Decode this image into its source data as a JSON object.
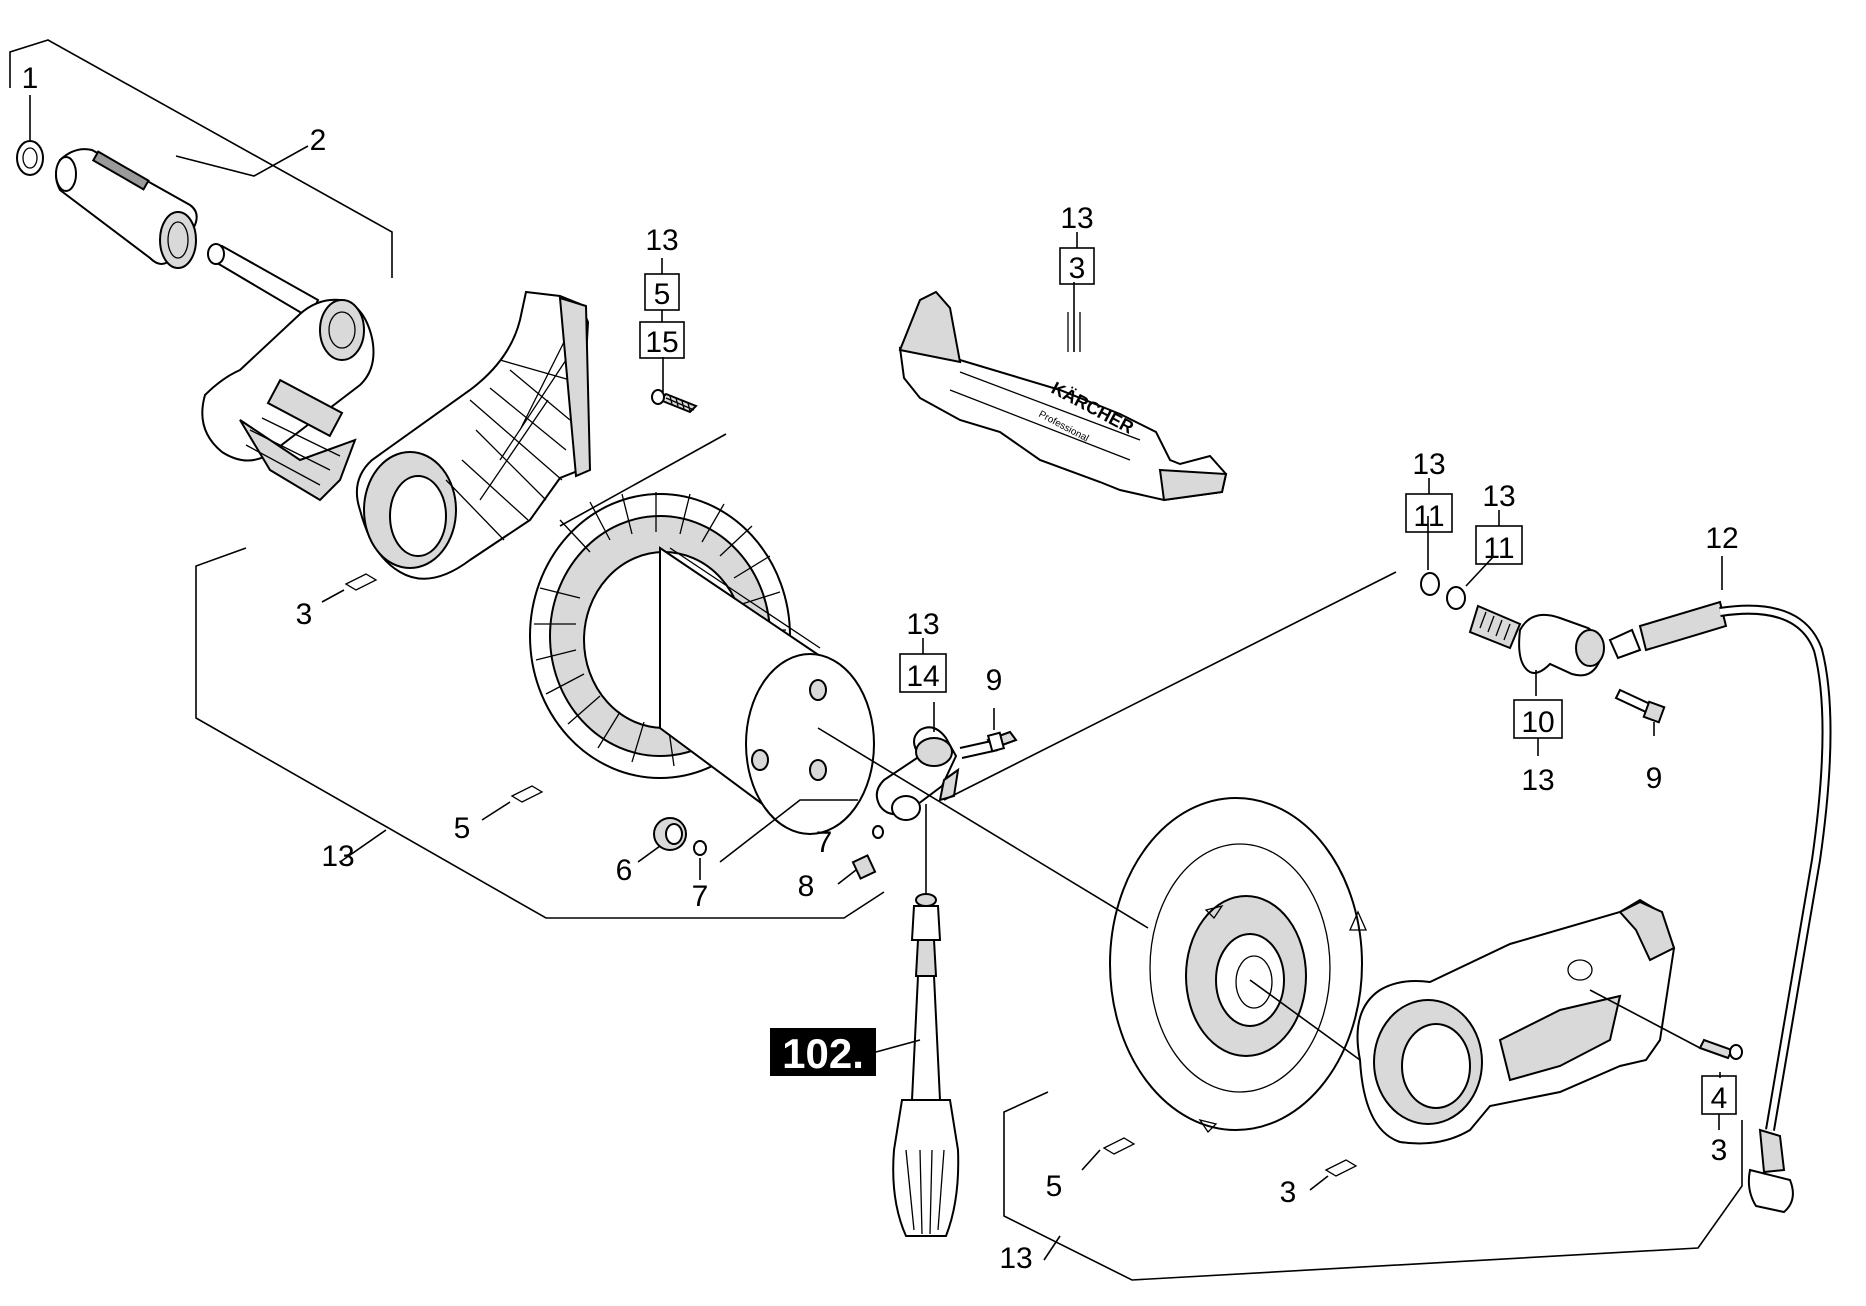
{
  "labels": {
    "l1": "1",
    "l2": "2",
    "l13_a": "13",
    "l5_a": "5",
    "l15": "15",
    "l13_b": "13",
    "l3_b": "3",
    "l3_a": "3",
    "l13_c": "13",
    "l11_a": "11",
    "l13_d": "13",
    "l11_b": "11",
    "l12": "12",
    "l13_e": "13",
    "l14": "14",
    "l9_a": "9",
    "l10": "10",
    "l13_f": "13",
    "l9_b": "9",
    "l5_b": "5",
    "l13_g": "13",
    "l6": "6",
    "l7_a": "7",
    "l7_b": "7",
    "l8": "8",
    "l4": "4",
    "l3_c": "3",
    "l5_c": "5",
    "l3_d": "3",
    "l13_h": "13"
  },
  "callout": {
    "text": "102."
  },
  "branding": {
    "brand": "KÄRCHER",
    "sub": "Professional"
  }
}
